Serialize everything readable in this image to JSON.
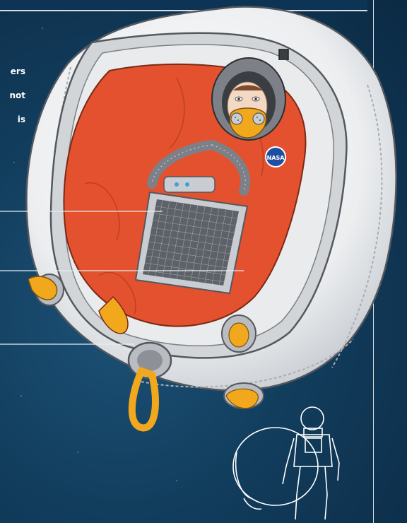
{
  "caption_lines": [
    "ers",
    "not",
    "is"
  ],
  "logo_text": "NASA",
  "colors": {
    "background": "#123d5d",
    "sphere": "#f1f2f3",
    "suit": "#e4512e",
    "accent": "#f2a81d",
    "grid": "#5d6168"
  }
}
